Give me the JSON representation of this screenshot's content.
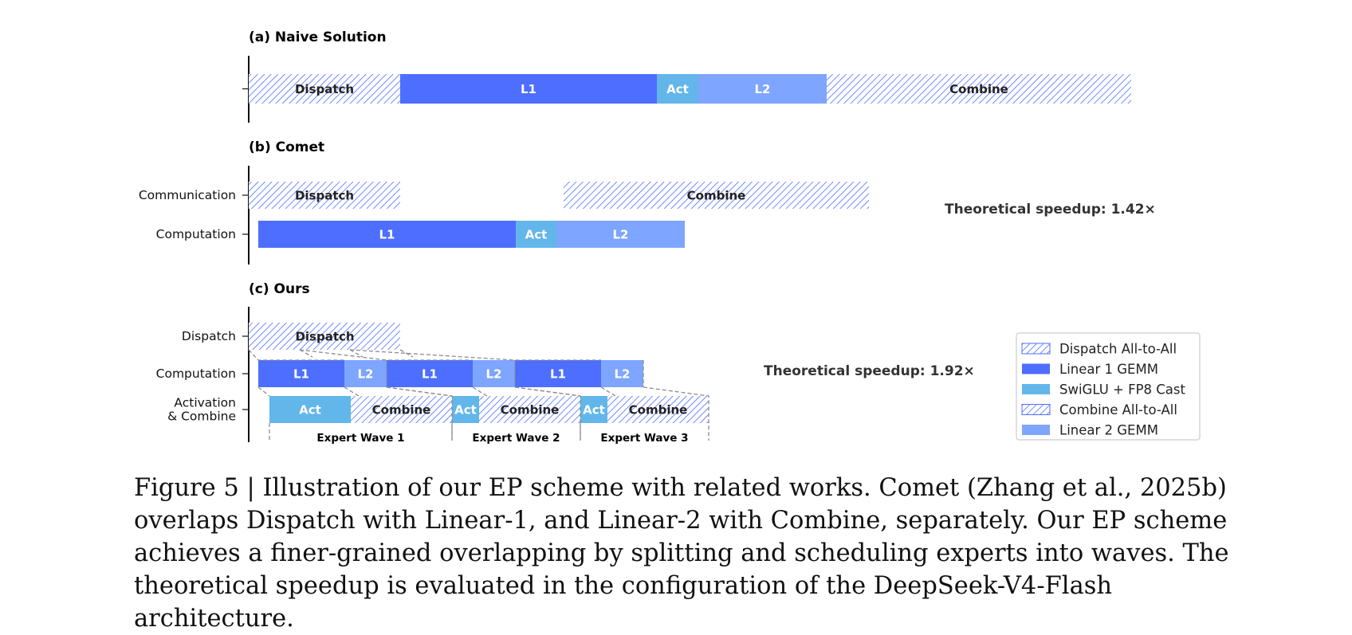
{
  "colors": {
    "dispatch": "#4d6eff",
    "l1": "#4d6eff",
    "act": "#62b6ea",
    "l2": "#7ea5ff",
    "combine": "#4d6eff",
    "axis": "#111111",
    "label": "#333333"
  },
  "chart_data": {
    "type": "gantt",
    "panels": [
      {
        "id": "a",
        "title": "(a) Naive Solution",
        "rows": [
          {
            "label": "",
            "segments": [
              {
                "kind": "dispatch",
                "label": "Dispatch",
                "start": 0,
                "end": 190
              },
              {
                "kind": "l1",
                "label": "L1",
                "start": 190,
                "end": 512
              },
              {
                "kind": "act",
                "label": "Act",
                "start": 512,
                "end": 564
              },
              {
                "kind": "l2",
                "label": "L2",
                "start": 564,
                "end": 725
              },
              {
                "kind": "combine",
                "label": "Combine",
                "start": 725,
                "end": 1107
              }
            ]
          }
        ]
      },
      {
        "id": "b",
        "title": "(b) Comet",
        "speedup": "Theoretical speedup: 1.42×",
        "rows": [
          {
            "label": "Communication",
            "segments": [
              {
                "kind": "dispatch",
                "label": "Dispatch",
                "start": 0,
                "end": 190
              },
              {
                "kind": "combine",
                "label": "Combine",
                "start": 395,
                "end": 778
              }
            ]
          },
          {
            "label": "Computation",
            "segments": [
              {
                "kind": "l1",
                "label": "L1",
                "start": 12,
                "end": 335
              },
              {
                "kind": "act",
                "label": "Act",
                "start": 335,
                "end": 386
              },
              {
                "kind": "l2",
                "label": "L2",
                "start": 386,
                "end": 547
              }
            ]
          }
        ]
      },
      {
        "id": "c",
        "title": "(c) Ours",
        "speedup": "Theoretical speedup: 1.92×",
        "rows": [
          {
            "label": "Dispatch",
            "segments": [
              {
                "kind": "dispatch",
                "label": "",
                "start": 0,
                "end": 64
              },
              {
                "kind": "dispatch",
                "label": "Dispatch",
                "start": 64,
                "end": 127
              },
              {
                "kind": "dispatch",
                "label": "",
                "start": 127,
                "end": 190
              }
            ]
          },
          {
            "label": "Computation",
            "segments": [
              {
                "kind": "l1",
                "label": "L1",
                "start": 12,
                "end": 120
              },
              {
                "kind": "l2",
                "label": "L2",
                "start": 120,
                "end": 173
              },
              {
                "kind": "l1",
                "label": "L1",
                "start": 173,
                "end": 281
              },
              {
                "kind": "l2",
                "label": "L2",
                "start": 281,
                "end": 334
              },
              {
                "kind": "l1",
                "label": "L1",
                "start": 334,
                "end": 442
              },
              {
                "kind": "l2",
                "label": "L2",
                "start": 442,
                "end": 495
              }
            ]
          },
          {
            "label": "Activation\n& Combine",
            "segments": [
              {
                "kind": "act",
                "label": "Act",
                "start": 26,
                "end": 128
              },
              {
                "kind": "combine",
                "label": "Combine",
                "start": 128,
                "end": 255
              },
              {
                "kind": "act",
                "label": "Act",
                "start": 255,
                "end": 289
              },
              {
                "kind": "combine",
                "label": "Combine",
                "start": 289,
                "end": 416
              },
              {
                "kind": "act",
                "label": "Act",
                "start": 416,
                "end": 450
              },
              {
                "kind": "combine",
                "label": "Combine",
                "start": 450,
                "end": 577
              }
            ]
          }
        ],
        "waves": [
          {
            "label": "Expert Wave 1",
            "start": 26,
            "end": 255
          },
          {
            "label": "Expert Wave 2",
            "start": 255,
            "end": 416
          },
          {
            "label": "Expert Wave 3",
            "start": 416,
            "end": 577
          }
        ]
      }
    ],
    "legend": {
      "placement": "right",
      "entries": [
        {
          "kind": "dispatch",
          "label": "Dispatch All-to-All"
        },
        {
          "kind": "l1",
          "label": "Linear 1 GEMM"
        },
        {
          "kind": "act",
          "label": "SwiGLU + FP8 Cast"
        },
        {
          "kind": "combine",
          "label": "Combine All-to-All"
        },
        {
          "kind": "l2",
          "label": "Linear 2 GEMM"
        }
      ]
    }
  },
  "caption": "Figure 5 | Illustration of our EP scheme with related works. Comet (Zhang et al., 2025b) overlaps Dispatch with Linear-1, and Linear-2 with Combine, separately. Our EP scheme achieves a finer-grained overlapping by splitting and scheduling experts into waves. The theoretical speedup is evaluated in the configuration of the DeepSeek-V4-Flash architecture."
}
